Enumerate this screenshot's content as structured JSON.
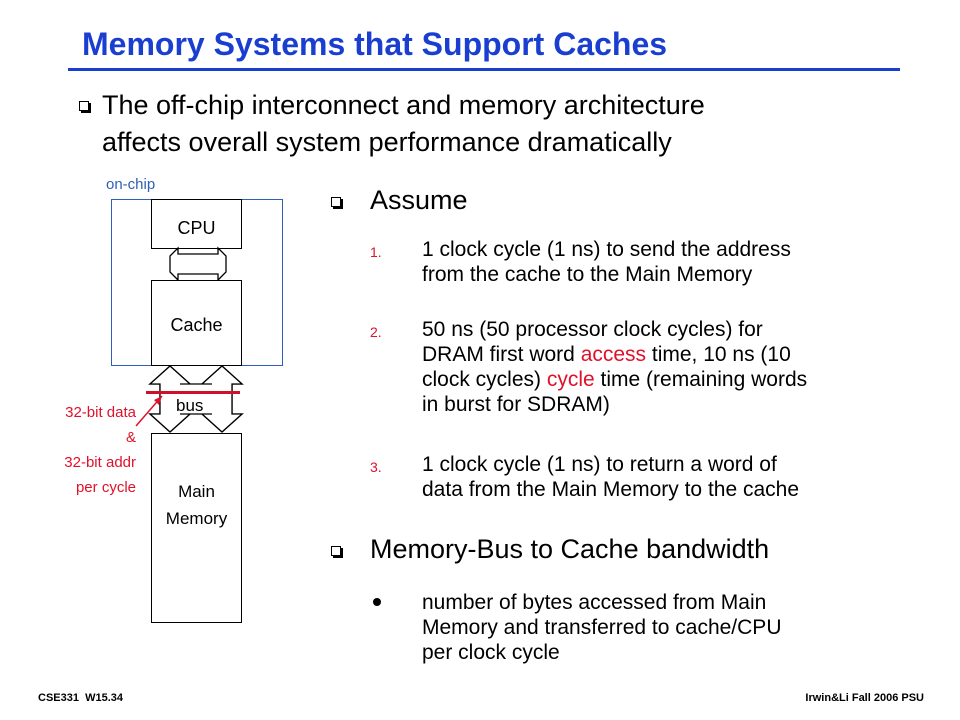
{
  "slide": {
    "title": "Memory Systems that Support Caches",
    "intro_line1": "The off-chip interconnect and memory architecture",
    "intro_line2": "affects overall system performance dramatically"
  },
  "diagram": {
    "on_chip_label": "on-chip",
    "cpu_label": "CPU",
    "cache_label": "Cache",
    "bus_label": "bus",
    "main_memory_line1": "Main",
    "main_memory_line2": "Memory",
    "annotation_lines": [
      "32-bit data",
      "&",
      "32-bit addr",
      "per cycle"
    ],
    "colors": {
      "on_chip_border": "#2f5fb8",
      "bus_bar": "#d0102a",
      "annotation_text": "#e0102a"
    }
  },
  "assume": {
    "heading": "Assume",
    "items": [
      {
        "number": "1.",
        "lines": [
          "1 clock cycle (1 ns) to send the address",
          "from the cache to the Main Memory"
        ]
      },
      {
        "number": "2.",
        "line1": "50 ns (50 processor clock cycles) for",
        "line2_before": "DRAM first word ",
        "line2_red": "access",
        "line2_after": " time, 10 ns (10",
        "line3_before": "clock cycles) ",
        "line3_red": "cycle",
        "line3_after": " time (remaining words",
        "line4": "in burst for SDRAM)"
      },
      {
        "number": "3.",
        "lines": [
          "1 clock cycle (1 ns) to return a word of",
          "data from the Main Memory to the cache"
        ]
      }
    ]
  },
  "bandwidth": {
    "heading": "Memory-Bus to Cache bandwidth",
    "bullet_lines": [
      "number of bytes accessed from Main",
      "Memory and transferred to cache/CPU",
      "per clock cycle"
    ]
  },
  "footer": {
    "left": "CSE331  W15.34",
    "right": "Irwin&Li Fall 2006 PSU"
  },
  "colors": {
    "title": "#1a3fd0",
    "accent_red": "#e0102a"
  }
}
